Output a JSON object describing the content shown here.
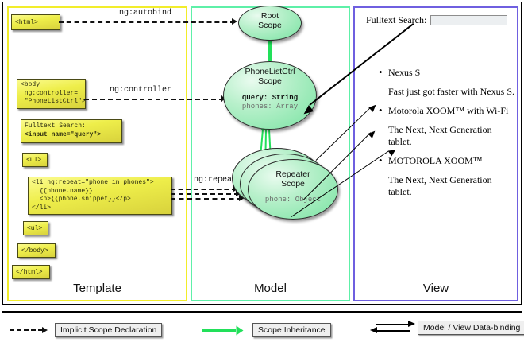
{
  "diagram": {
    "panels": [
      {
        "key": "template",
        "label": "Template",
        "border_color": "#f2ed2a"
      },
      {
        "key": "model",
        "label": "Model",
        "border_color": "#5ef0a8"
      },
      {
        "key": "view",
        "label": "View",
        "border_color": "#6f5fe0"
      }
    ]
  },
  "template": {
    "boxes": [
      {
        "id": "html-open",
        "text": "<html>"
      },
      {
        "id": "body-open",
        "text": "<body\n ng:controller=\n \"PhoneListCtrl\">"
      },
      {
        "id": "fulltext-search",
        "line1": "Fulltext Search:",
        "line2": "<input name=\"query\">"
      },
      {
        "id": "ul-open",
        "text": "<ul>"
      },
      {
        "id": "li-repeat",
        "text": "<li ng:repeat=\"phone in phones\">\n  {{phone.name}}\n  <p>{{phone.snippet}}</p>\n</li>"
      },
      {
        "id": "ul-close",
        "text": "<ul>"
      },
      {
        "id": "body-close",
        "text": "</body>"
      },
      {
        "id": "html-close",
        "text": "</html>"
      }
    ]
  },
  "connectors": {
    "autobind": "ng:autobind",
    "controller": "ng:controller",
    "repeat": "ng:repeat"
  },
  "model": {
    "scopes": [
      {
        "id": "root",
        "title_line1": "Root",
        "title_line2": "Scope",
        "props": []
      },
      {
        "id": "phonelistctrl",
        "title_line1": "PhoneListCtrl",
        "title_line2": "Scope",
        "props": [
          {
            "text": "query: String",
            "emphasis": "bold"
          },
          {
            "text": "phones: Array",
            "emphasis": "muted"
          }
        ]
      },
      {
        "id": "repeater",
        "title_line1": "Repeater",
        "title_line2": "Scope",
        "props": [
          {
            "text": "phone: Object",
            "emphasis": "muted"
          }
        ]
      }
    ]
  },
  "view": {
    "search_label": "Fulltext Search:",
    "search_value": "",
    "search_placeholder": "",
    "items": [
      {
        "name": "Nexus S",
        "snippet": "Fast just got faster with Nexus S."
      },
      {
        "name": "Motorola XOOM™  with Wi-Fi",
        "snippet": "The Next, Next Generation tablet."
      },
      {
        "name": "MOTOROLA XOOM™",
        "snippet": "The Next, Next Generation tablet."
      }
    ]
  },
  "legend": {
    "items": [
      {
        "id": "implicit-scope-declaration",
        "label": "Implicit Scope Declaration",
        "style": "dashed-arrow",
        "color": "#111111"
      },
      {
        "id": "scope-inheritance",
        "label": "Scope Inheritance",
        "style": "green-arrow",
        "color": "#22e05a"
      },
      {
        "id": "model-view-data-binding",
        "label": "Model / View Data-binding",
        "style": "double-arrow",
        "color": "#000000"
      }
    ]
  }
}
